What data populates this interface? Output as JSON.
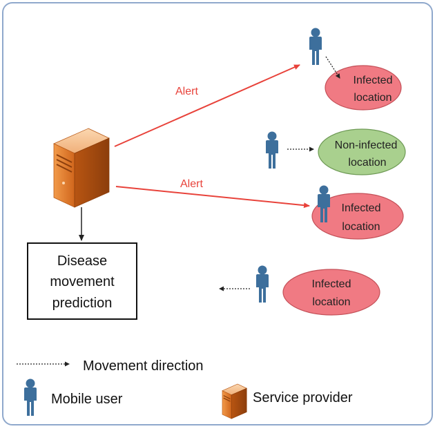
{
  "alerts": {
    "top": "Alert",
    "middle": "Alert"
  },
  "locations": [
    {
      "line1": "Infected",
      "line2": "location",
      "status": "infected"
    },
    {
      "line1": "Non-infected",
      "line2": "location",
      "status": "non-infected"
    },
    {
      "line1": "Infected",
      "line2": "location",
      "status": "infected"
    },
    {
      "line1": "Infected",
      "line2": "location",
      "status": "infected"
    }
  ],
  "prediction_box": {
    "line1": "Disease",
    "line2": "movement",
    "line3": "prediction"
  },
  "legend": {
    "movement_direction": "Movement direction",
    "mobile_user": "Mobile user",
    "service_provider": "Service provider"
  },
  "colors": {
    "infected": "#f07a83",
    "non_infected": "#a9d08e",
    "alert": "#e8423a",
    "user": "#3d6f9c",
    "server_orange": "#e07a2a",
    "frame": "#8fa8cc"
  },
  "icons": {
    "user": "person-icon",
    "server": "server-icon"
  }
}
